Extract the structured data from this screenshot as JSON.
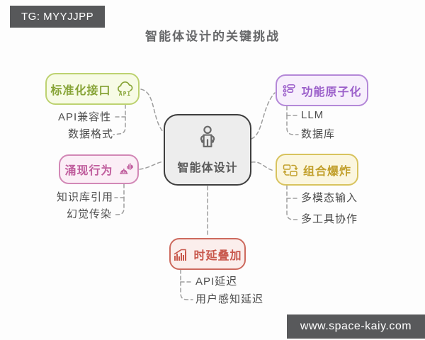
{
  "badge": {
    "label": "TG: MYYJJPP"
  },
  "title": "智能体设计的关键挑战",
  "center": {
    "label": "智能体设计",
    "icon": "agent-person-icon"
  },
  "branches": [
    {
      "label": "标准化接口",
      "icon": "api-cloud-icon",
      "icon_text": "API",
      "color": "#87a437",
      "border": "#bdd271",
      "bg": "#f7fbe5",
      "children": [
        "API兼容性",
        "数据格式"
      ]
    },
    {
      "label": "涌现行为",
      "icon": "robot-voice-icon",
      "color": "#c05d9d",
      "border": "#d288b6",
      "bg": "#fbeef6",
      "children": [
        "知识库引用",
        "幻觉传染"
      ]
    },
    {
      "label": "功能原子化",
      "icon": "atomic-list-icon",
      "color": "#9b5fca",
      "border": "#b488d8",
      "bg": "#f7effc",
      "children": [
        "LLM",
        "数据库"
      ]
    },
    {
      "label": "组合爆炸",
      "icon": "swap-boxes-icon",
      "color": "#c2a02d",
      "border": "#d8c35e",
      "bg": "#fbf6df",
      "children": [
        "多模态输入",
        "多工具协作"
      ]
    },
    {
      "label": "时延叠加",
      "icon": "bar-chart-icon",
      "color": "#c8574b",
      "border": "#cd6a5e",
      "bg": "#fbeeec",
      "children": [
        "API延迟",
        "用户感知延迟"
      ]
    }
  ],
  "watermark": {
    "label": "www.space-kaiy.com"
  },
  "connector_color": "#9e9e9e"
}
